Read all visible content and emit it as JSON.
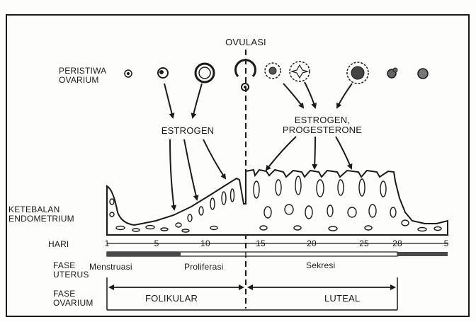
{
  "ovulation_label": "OVULASI",
  "ovarian_events_label": "PERISTIWA\nOVARIUM",
  "hormones": {
    "estrogen": "ESTROGEN",
    "estrogen_progesterone": "ESTROGEN,\nPROGESTERONE"
  },
  "endometrium_label": "KETEBALAN\nENDOMETRIUM",
  "day_axis": {
    "label": "HARI",
    "ticks": [
      "1",
      "5",
      "10",
      "15",
      "20",
      "25",
      "28",
      "5"
    ]
  },
  "uterine_phase": {
    "label": "FASE\nUTERUS",
    "phases": [
      "Menstruasi",
      "Proliferasi",
      "Sekresi"
    ]
  },
  "ovarian_phase": {
    "label": "FASE\nOVARIUM",
    "phases": [
      "FOLIKULAR",
      "LUTEAL"
    ]
  },
  "colors": {
    "ink": "#1a1a1a",
    "paper": "#fdfdfb",
    "menstrual_band": "#4a4a4a"
  }
}
